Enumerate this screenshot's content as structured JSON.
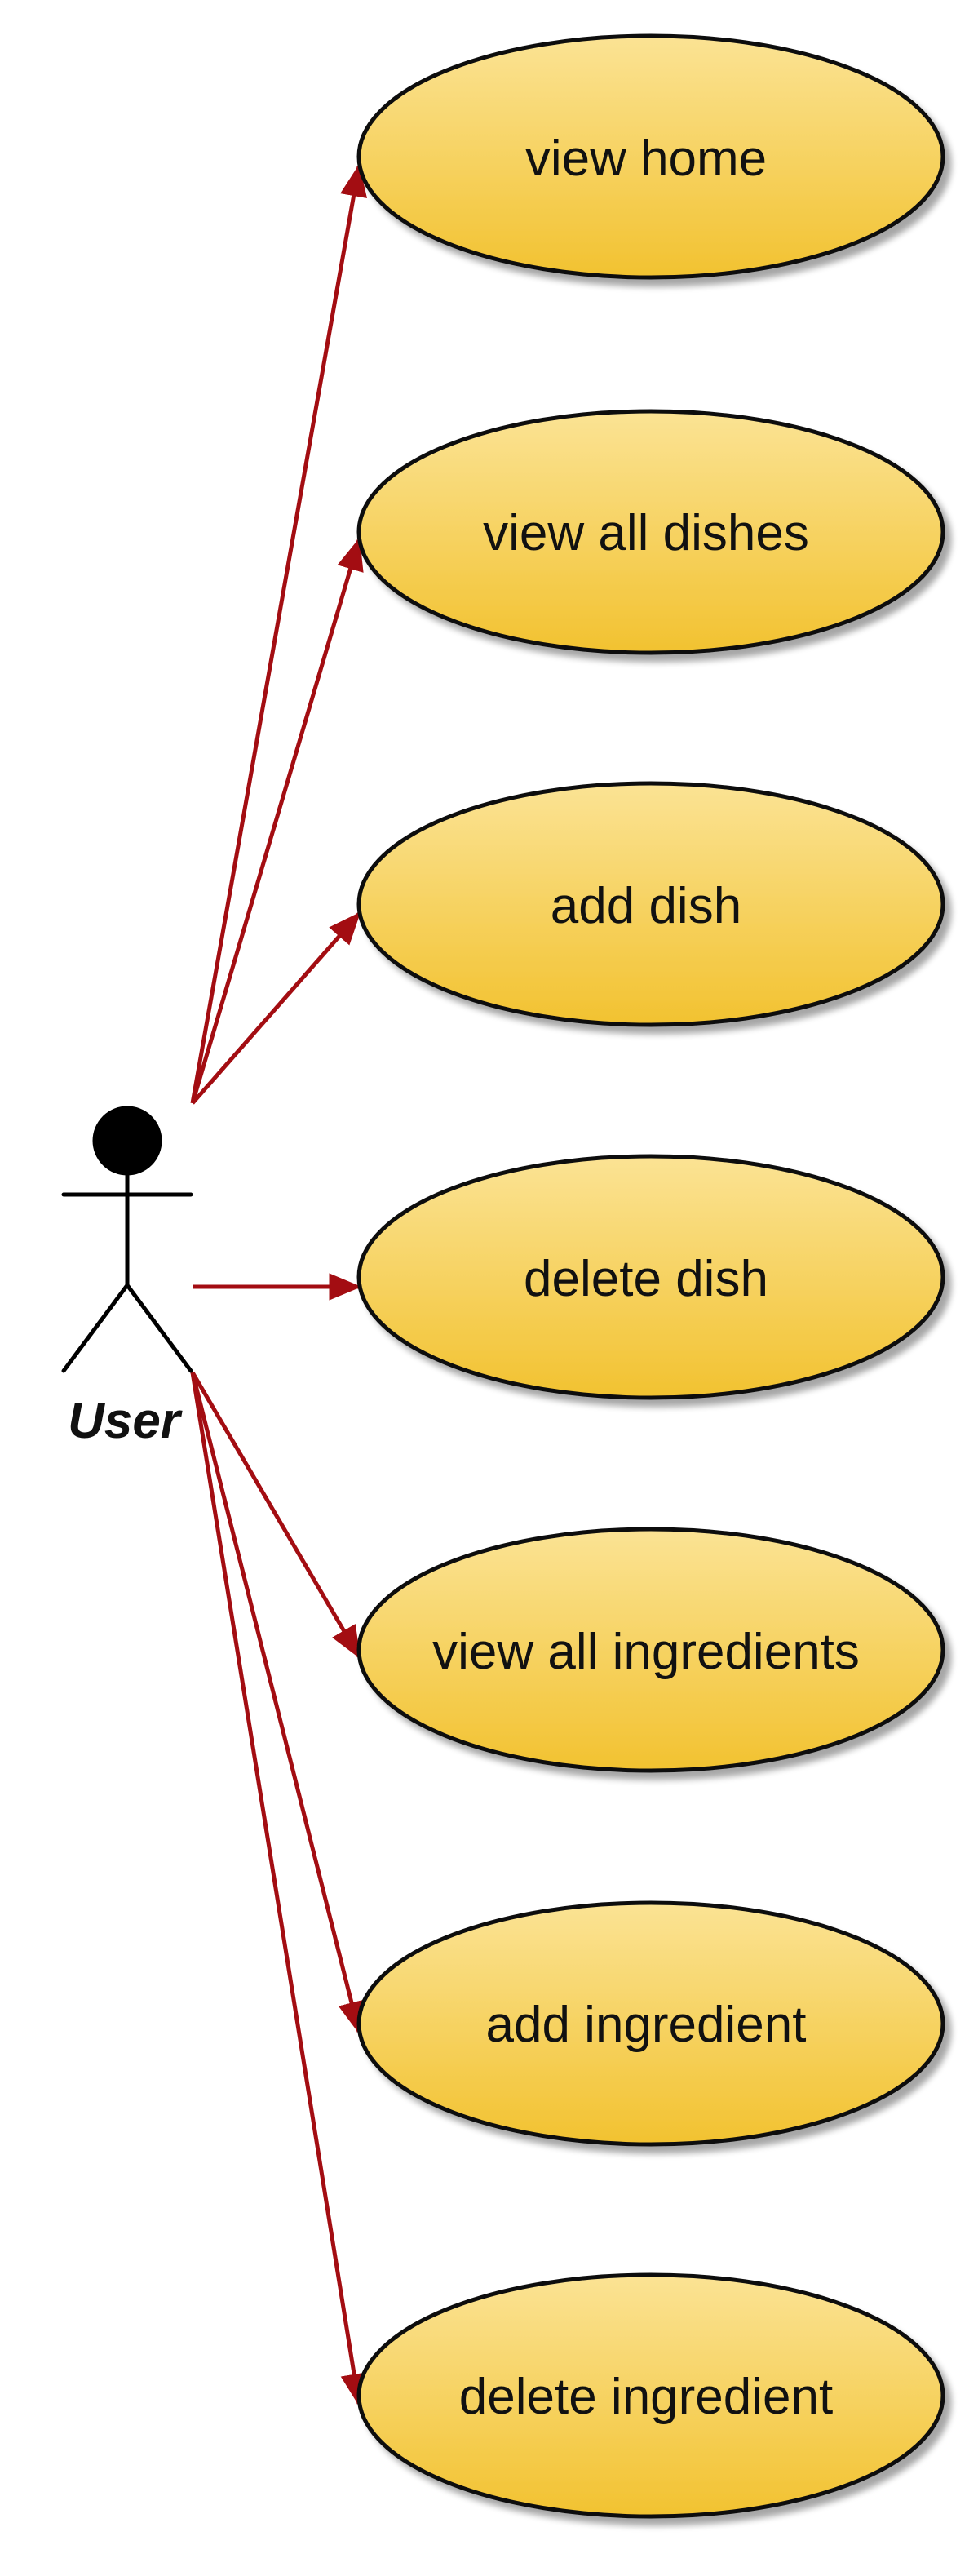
{
  "actor": {
    "name": "User"
  },
  "use_cases": [
    {
      "label": "view home"
    },
    {
      "label": "view all dishes"
    },
    {
      "label": "add dish"
    },
    {
      "label": "delete dish"
    },
    {
      "label": "view all ingredients"
    },
    {
      "label": "add ingredient"
    },
    {
      "label": "delete ingredient"
    }
  ],
  "colors": {
    "usecase_fill_top": "#fbe394",
    "usecase_fill_bottom": "#f2c230",
    "usecase_border": "#111111",
    "association_line": "#a30d12",
    "actor": "#000000"
  }
}
